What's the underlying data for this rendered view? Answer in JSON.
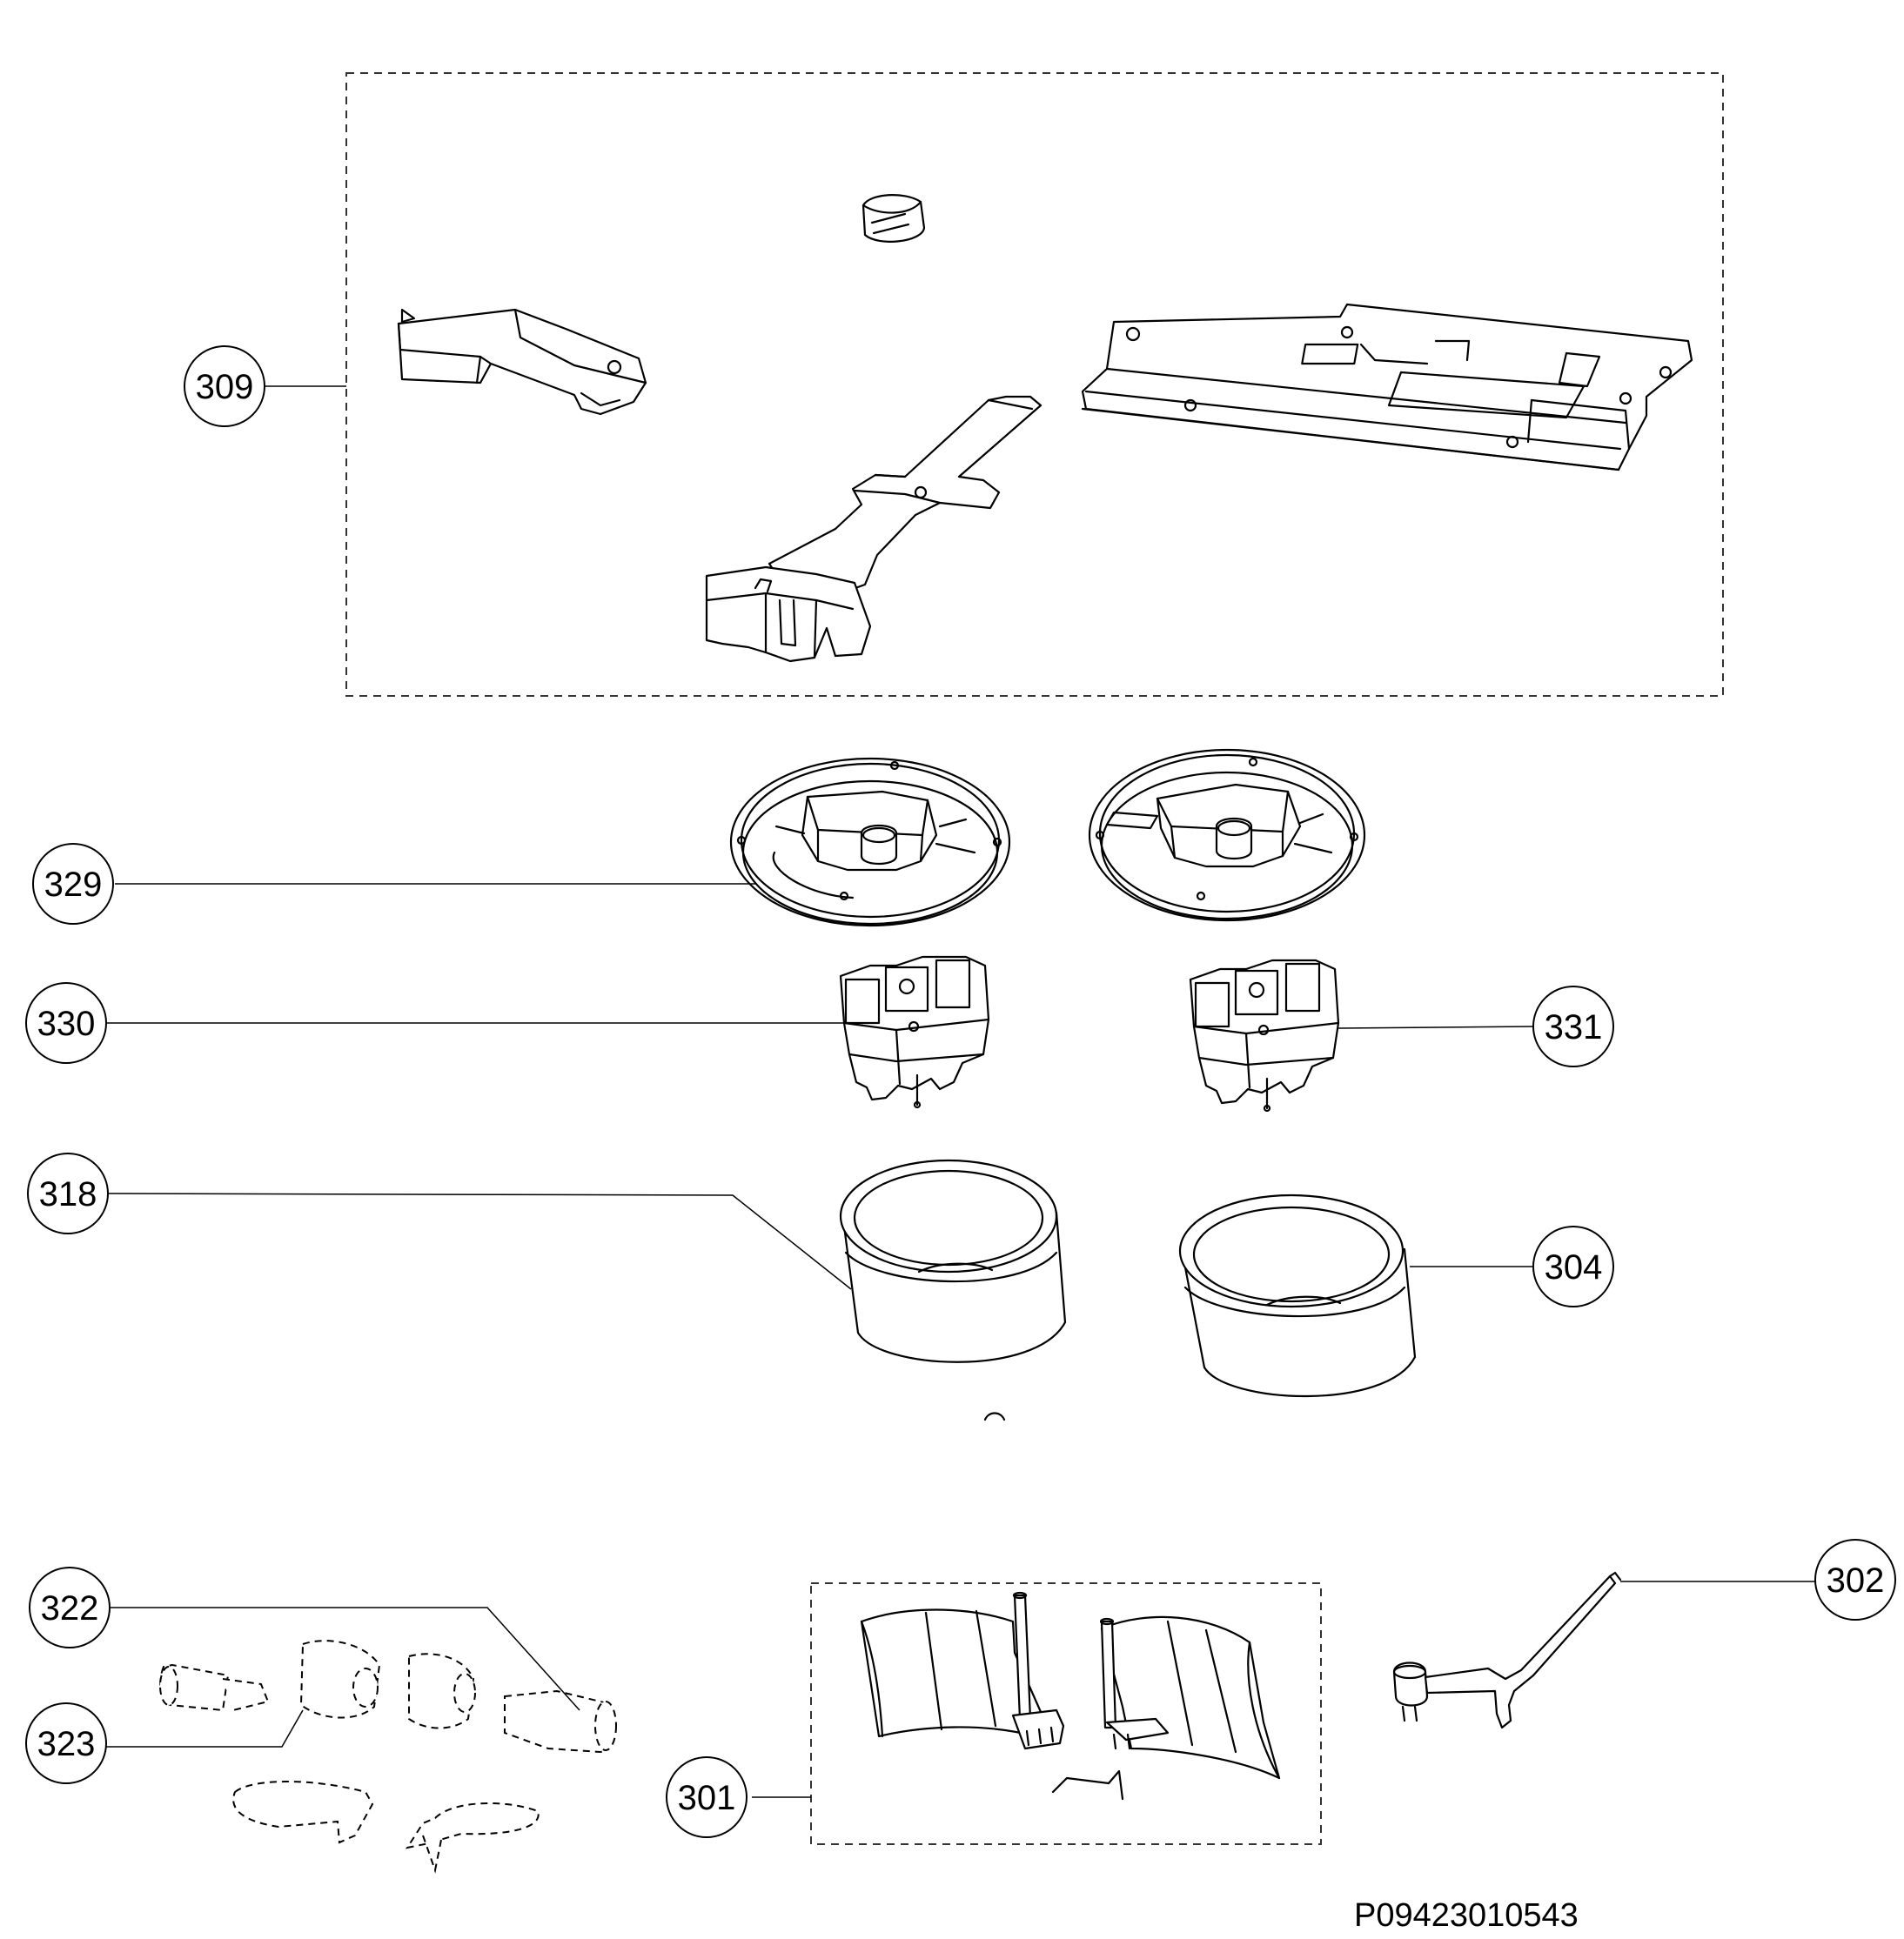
{
  "reference_code": "P09423010543",
  "callouts": {
    "c309": "309",
    "c329": "329",
    "c330": "330",
    "c331": "331",
    "c318": "318",
    "c304": "304",
    "c322": "322",
    "c323": "323",
    "c301": "301",
    "c302": "302"
  }
}
